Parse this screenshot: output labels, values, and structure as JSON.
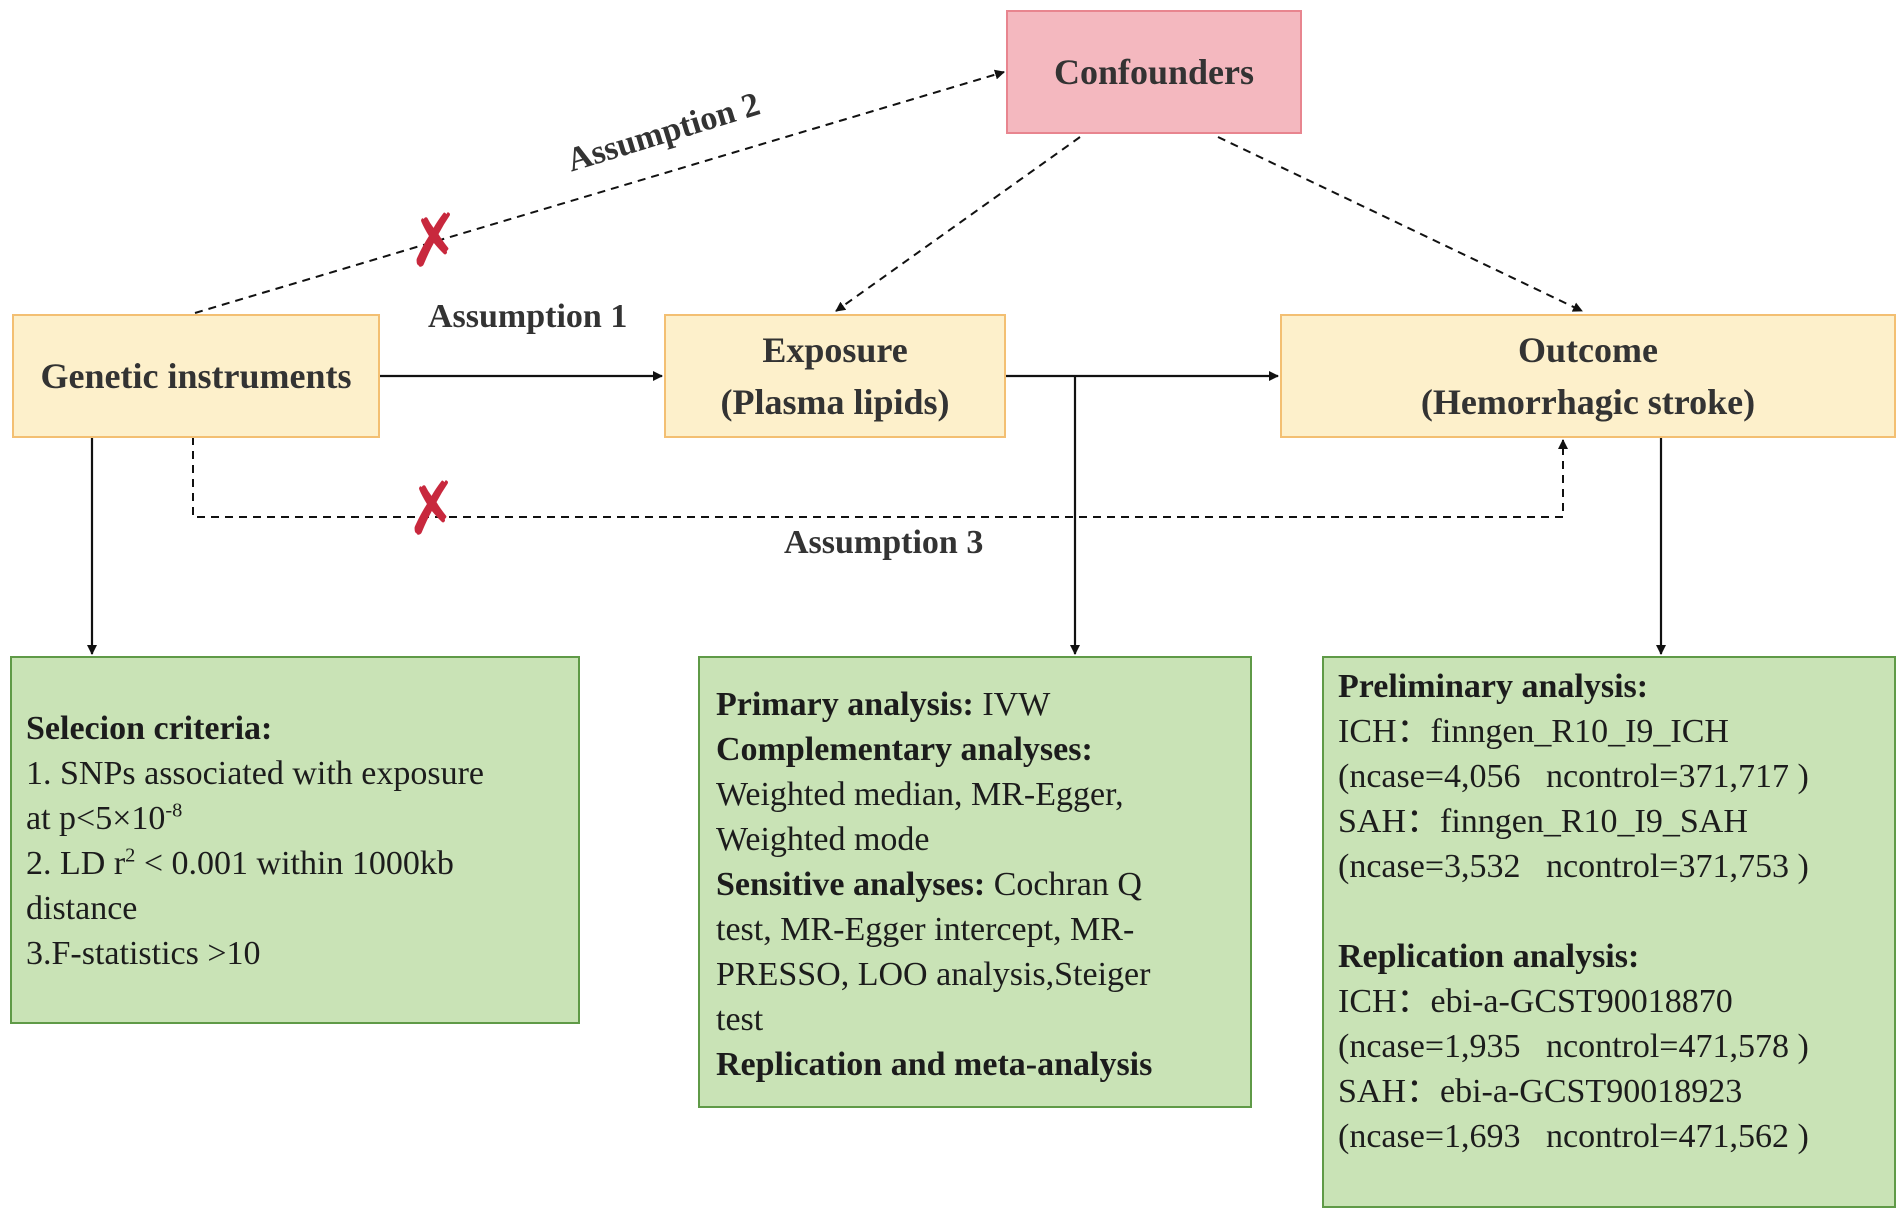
{
  "nodes": {
    "confounders": "Confounders",
    "genetic_instruments": "Genetic instruments",
    "exposure": {
      "line1": "Exposure",
      "line2": "(Plasma lipids)"
    },
    "outcome": {
      "line1": "Outcome",
      "line2": "(Hemorrhagic stroke)"
    }
  },
  "assumptions": {
    "a1": "Assumption 1",
    "a2": "Assumption 2",
    "a3": "Assumption 3"
  },
  "violation_mark": "✗",
  "selection": {
    "heading": "Selecion criteria:",
    "c1_a": "1. SNPs associated with exposure",
    "c1_b_prefix": "at p<5×10",
    "c1_b_exp": "-8",
    "c2_a_prefix": "2. LD r",
    "c2_a_exp": "2",
    "c2_a_suffix": " < 0.001 within 1000kb",
    "c2_b": "distance",
    "c3": "3.F-statistics >10"
  },
  "methods": {
    "primary_label": "Primary analysis:",
    "primary_value": " IVW",
    "complementary_label": "Complementary analyses:",
    "complementary_1": " Weighted median, MR-Egger,",
    "complementary_2": "Weighted mode",
    "sensitive_label": "Sensitive analyses:",
    "sensitive_1": " Cochran Q",
    "sensitive_2": "test, MR-Egger intercept, MR-",
    "sensitive_3": "PRESSO, LOO analysis,Steiger",
    "sensitive_4": "test",
    "replication_meta": "Replication and meta-analysis"
  },
  "datasets": {
    "preliminary_heading": "Preliminary analysis:",
    "prelim_ich": "ICH：finngen_R10_I9_ICH",
    "prelim_ich_n": "(ncase=4,056   ncontrol=371,717 )",
    "prelim_sah": "SAH：finngen_R10_I9_SAH",
    "prelim_sah_n": "(ncase=3,532   ncontrol=371,753 )",
    "replication_heading": "Replication analysis:",
    "rep_ich": "ICH：ebi-a-GCST90018870",
    "rep_ich_n": "(ncase=1,935   ncontrol=471,578 )",
    "rep_sah": "SAH：ebi-a-GCST90018923",
    "rep_sah_n": "(ncase=1,693   ncontrol=471,562 )"
  },
  "colors": {
    "yellow_fill": "#fdf0cb",
    "yellow_border": "#f3bf72",
    "pink_fill": "#f4b8bf",
    "green_fill": "#c9e3b6",
    "green_border": "#5f9a47",
    "cross": "#c8283d"
  }
}
